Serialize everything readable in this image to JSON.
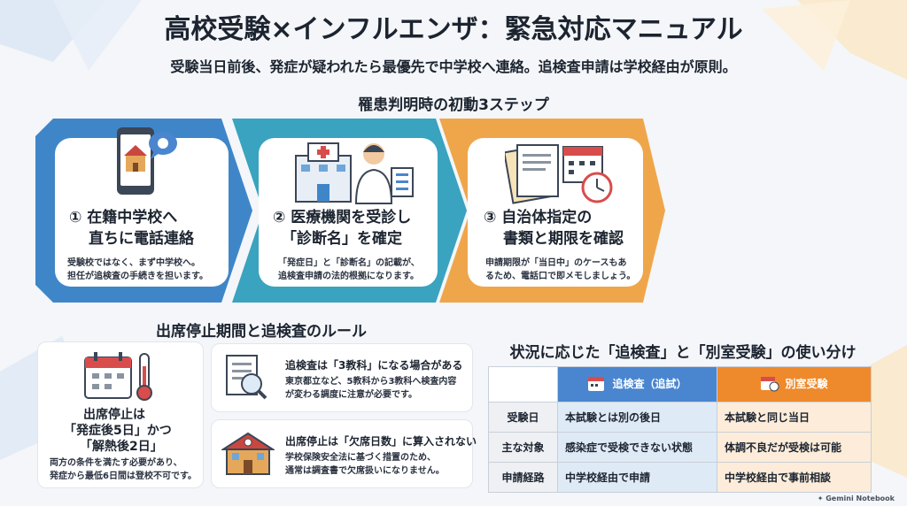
{
  "header": {
    "title": "高校受験×インフルエンザ：緊急対応マニュアル",
    "subtitle": "受験当日前後、発症が疑われたら最優先で中学校へ連絡。追検査申請は学校経由が原則。"
  },
  "steps_section": {
    "title": "罹患判明時の初動3ステップ",
    "steps": [
      {
        "line1": "① 在籍中学校へ",
        "line2": "直ちに電話連絡",
        "desc1": "受験校ではなく、まず中学校へ。",
        "desc2": "担任が追検査の手続きを担います。",
        "icon": "phone-school-icon",
        "color": "#3f86c9"
      },
      {
        "line1": "② 医療機関を受診し",
        "line2": "「診断名」を確定",
        "desc1": "「発症日」と「診断名」の記載が、",
        "desc2": "追検査申請の法的根拠になります。",
        "icon": "hospital-doctor-icon",
        "color": "#3aa3bf"
      },
      {
        "line1": "③ 自治体指定の",
        "line2": "書類と期限を確認",
        "desc1": "申請期限が「当日中」のケースもあ",
        "desc2": "るため、電話口で即メモしましょう。",
        "icon": "documents-calendar-icon",
        "color": "#efa64a"
      }
    ]
  },
  "rules_section": {
    "title": "出席停止期間と追検査のルール",
    "left_card": {
      "line1": "出席停止は",
      "line2": "「発症後5日」かつ",
      "line3": "「解熱後2日」",
      "desc1": "両方の条件を満たす必要があり、",
      "desc2": "発症から最低6日間は登校不可です。"
    },
    "rule1": {
      "head": "追検査は「3教科」になる場合がある",
      "desc1": "東京都立など、5教科から3教科へ検査内容",
      "desc2": "が変わる調度に注意が必要です。"
    },
    "rule2": {
      "head": "出席停止は「欠席日数」に算入されない",
      "desc1": "学校保険安全法に基づく措置のため、",
      "desc2": "通常は調査書で欠席扱いになりません。"
    }
  },
  "table_section": {
    "title": "状況に応じた「追検査」と「別室受験」の使い分け",
    "col_blue": "追検査（追試）",
    "col_orange": "別室受験",
    "rows": [
      {
        "label": "受験日",
        "blue": "本試験とは別の後日",
        "orange": "本試験と同じ当日"
      },
      {
        "label": "主な対象",
        "blue": "感染症で受検できない状態",
        "orange": "体調不良だが受検は可能"
      },
      {
        "label": "申請経路",
        "blue": "中学校経由で申請",
        "orange": "中学校経由で事前相談"
      }
    ]
  },
  "footer": {
    "brand": "Gemini Notebook"
  },
  "colors": {
    "blue": "#3f86c9",
    "teal": "#3aa3bf",
    "orange": "#efa64a",
    "table_blue": "#4a86cf",
    "table_orange": "#ee8a2c"
  }
}
